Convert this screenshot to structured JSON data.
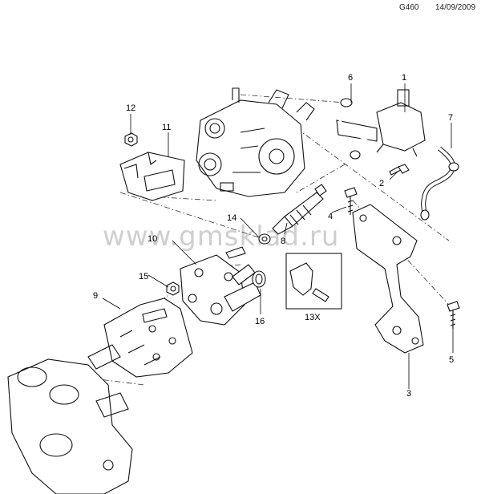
{
  "header": {
    "code": "G460",
    "date": "14/09/2009"
  },
  "watermark": "www.gmsklad.ru",
  "callouts": {
    "c1": "1",
    "c2": "2",
    "c3": "3",
    "c4": "4",
    "c5": "5",
    "c6": "6",
    "c7": "7",
    "c8": "8",
    "c9": "9",
    "c10": "10",
    "c11": "11",
    "c12": "12",
    "c13x": "13X",
    "c14": "14",
    "c15": "15",
    "c16": "16"
  }
}
